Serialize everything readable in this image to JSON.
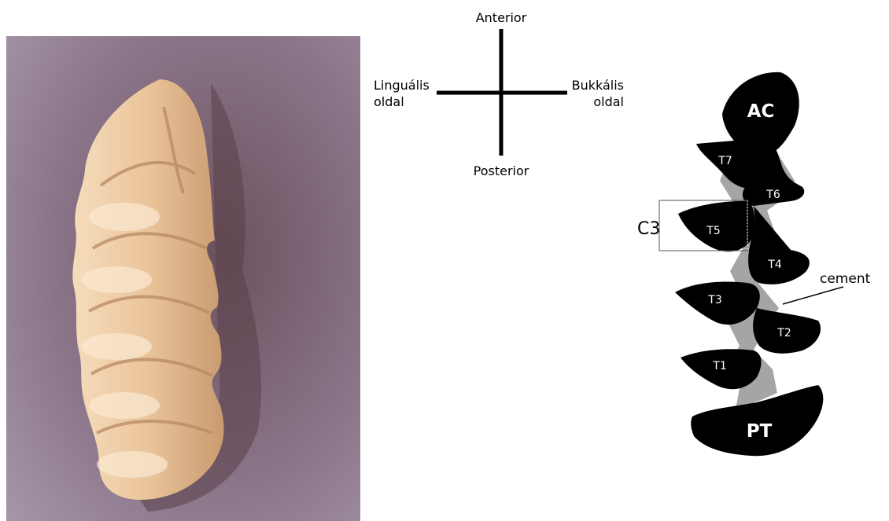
{
  "orientation": {
    "anterior": "Anterior",
    "posterior": "Posterior",
    "lingual_line1": "Linguális",
    "lingual_line2": "oldal",
    "buccal_line1": "Bukkális",
    "buccal_line2": "oldal"
  },
  "tooth": {
    "anterior_cap": "AC",
    "posterior_cap": "PT",
    "triangles": [
      "T7",
      "T6",
      "T5",
      "T4",
      "T3",
      "T2",
      "T1"
    ],
    "highlight_label": "C3",
    "cement_label": "cement"
  },
  "colors": {
    "enamel": "#000000",
    "cement": "#a6a4a6",
    "photo_background": "#8f7a8e",
    "tooth": "#ecc59a"
  }
}
